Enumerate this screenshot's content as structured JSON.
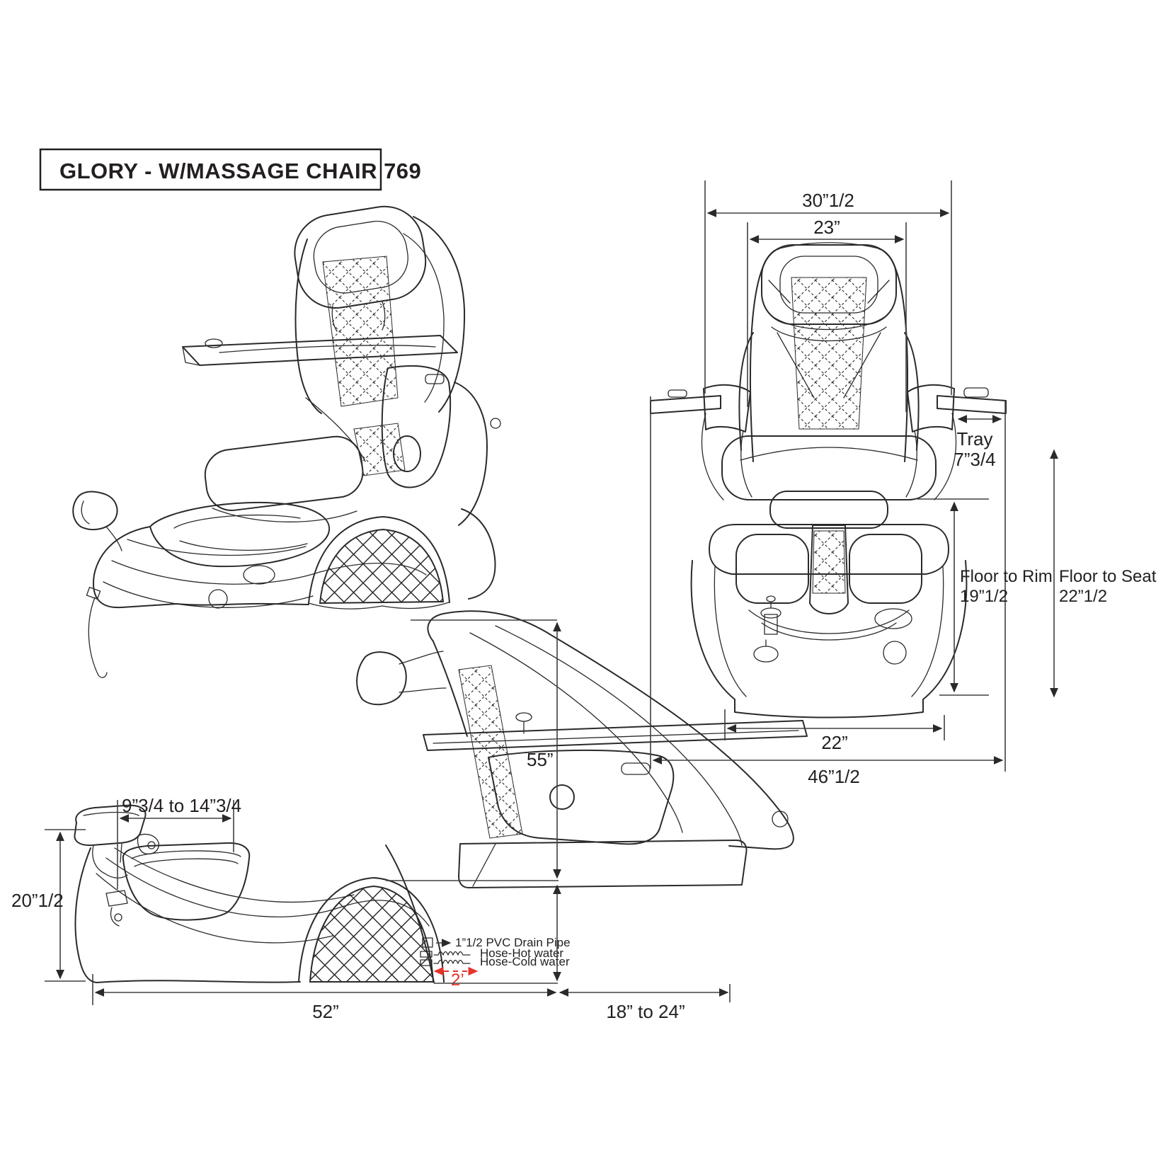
{
  "title": "GLORY - W/MASSAGE CHAIR 769",
  "front_view": {
    "overall_width": "30”1/2",
    "backrest_width": "23”",
    "tray_label": "Tray",
    "tray_width": "7”3/4",
    "floor_to_rim_label": "Floor to Rim",
    "floor_to_rim": "19”1/2",
    "floor_to_seat_label": "Floor to Seat",
    "floor_to_seat": "22”1/2",
    "base_width": "22”",
    "total_width": "46”1/2"
  },
  "side_view": {
    "footrest_extension": "9”3/4 to 14”3/4",
    "footrest_height": "20”1/2",
    "total_height": "55”",
    "base_length": "52”",
    "wall_clearance": "18” to 24”",
    "hose_reach": "2’",
    "drain_pipe_label": "1”1/2 PVC Drain Pipe",
    "hot_hose_label": "Hose-Hot water",
    "cold_hose_label": "Hose-Cold water"
  },
  "colors": {
    "line": "#2b2a29",
    "dimension": "#404041",
    "accent_red": "#e5332a",
    "background": "#ffffff"
  }
}
